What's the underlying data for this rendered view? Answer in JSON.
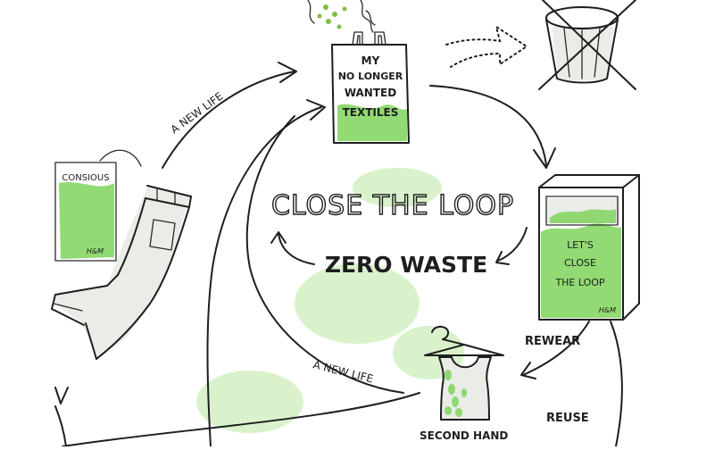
{
  "title": "CLOSE THE LOOP",
  "subtitle": "ZERO WASTE",
  "bag_text": [
    "MY",
    "NO LONGER",
    "WANTED",
    "TEXTILES"
  ],
  "tag_text": "CONSIOUS",
  "tag_logo": "H&M",
  "box_text": [
    "LET'S",
    "CLOSE",
    "THE LOOP"
  ],
  "box_logo": "H&M",
  "arrow_labels": {
    "new_life_top": "A NEW LIFE",
    "new_life_bottom": "A NEW LIFE",
    "rewear": "REWEAR",
    "reuse": "REUSE",
    "second_hand": "SECOND HAND"
  },
  "colors": {
    "ink": "#1e1e1e",
    "green_wash": "#7fd45a",
    "soft_green": "#b9e8a0"
  },
  "icons": [
    "shopping-bag-icon",
    "jeans-icon",
    "hang-tag-icon",
    "collection-box-icon",
    "tank-top-on-hanger-icon",
    "crossed-out-trash-bin-icon",
    "dotted-arrow-icon"
  ]
}
